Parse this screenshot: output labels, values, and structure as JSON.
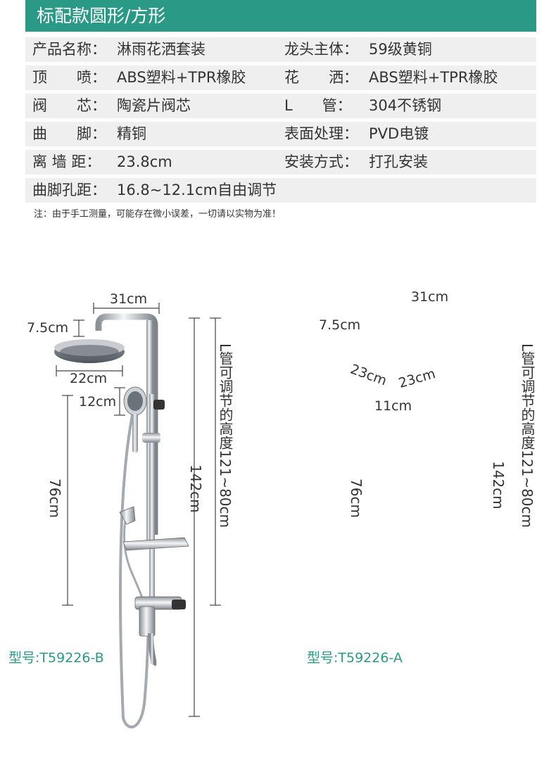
{
  "header": {
    "title": "标配款圆形/方形"
  },
  "specs": [
    [
      {
        "label": "产品名称：",
        "value": "淋雨花洒套装"
      },
      {
        "label": "龙头主体：",
        "value": "59级黄铜"
      }
    ],
    [
      {
        "label": "顶　　喷：",
        "value": "ABS塑料+TPR橡胶"
      },
      {
        "label": "花　　洒：",
        "value": "ABS塑料+TPR橡胶"
      }
    ],
    [
      {
        "label": "阀　　芯：",
        "value": "陶瓷片阀芯"
      },
      {
        "label": "L　　管：",
        "value": "304不锈钢"
      }
    ],
    [
      {
        "label": "曲　　脚：",
        "value": "精铜"
      },
      {
        "label": "表面处理：",
        "value": "PVD电镀"
      }
    ],
    [
      {
        "label": "离 墙 距：",
        "value": "23.8cm"
      },
      {
        "label": "安装方式：",
        "value": "打孔安装"
      }
    ],
    [
      {
        "label": "曲脚孔距：",
        "value": "16.8~12.1cm自由调节"
      }
    ]
  ],
  "note": "注：由于手工测量，可能存在微小误差，一切请以实物为准！",
  "products": [
    {
      "shape": "round",
      "dims": {
        "top_width": "31cm",
        "head_offset": "7.5cm",
        "head_diameter": "22cm",
        "hand_shower": "12cm",
        "height_lower": "76cm",
        "height_total": "142cm",
        "l_tube": "L管可调节的高度121~80cm"
      },
      "model": "型号:T59226-B"
    },
    {
      "shape": "square",
      "dims": {
        "top_width": "31cm",
        "head_offset": "7.5cm",
        "head_side_a": "23cm",
        "head_side_b": "23cm",
        "hand_shower": "11cm",
        "height_lower": "76cm",
        "height_total": "142cm",
        "l_tube": "L管可调节的高度121~80cm"
      },
      "model": "型号:T59226-A"
    }
  ],
  "colors": {
    "accent": "#2a9a86",
    "row_bg": "#efefef",
    "chrome": "#b8bcc2"
  }
}
